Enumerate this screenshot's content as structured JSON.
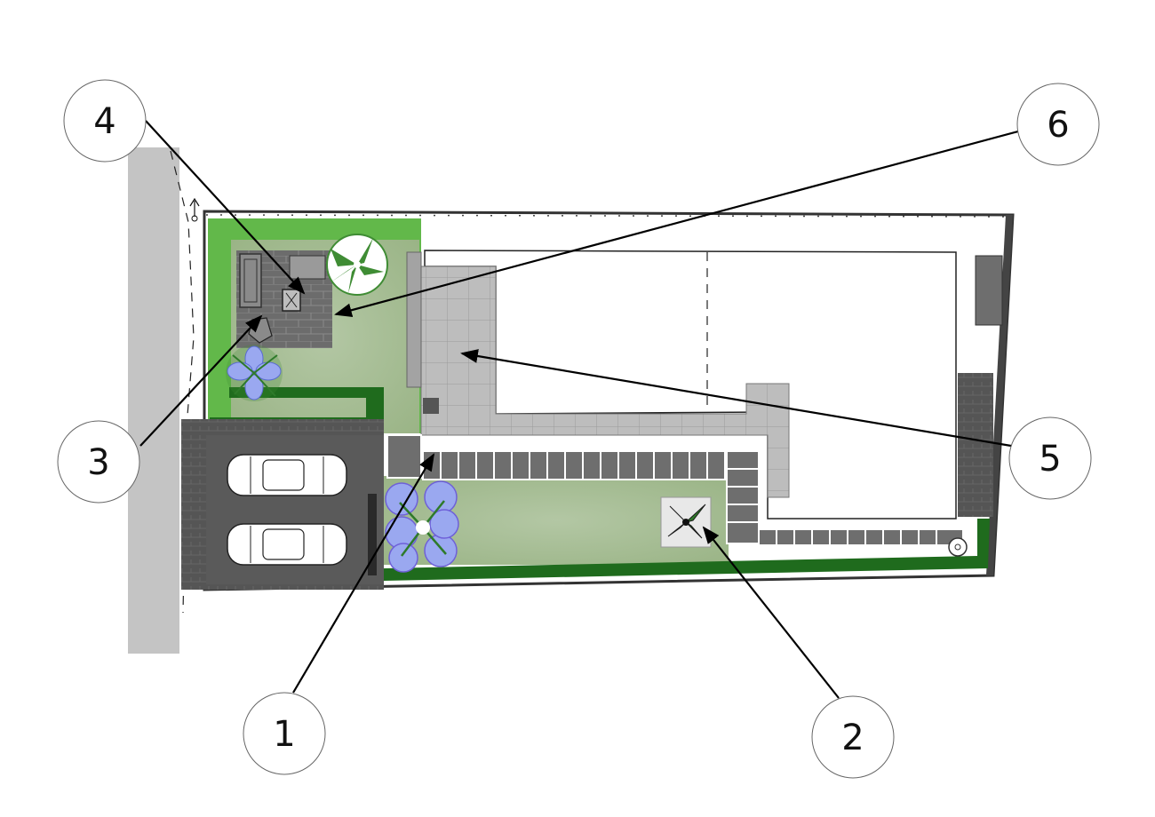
{
  "colors": {
    "background": "#ffffff",
    "street": "#c4c4c4",
    "lawn_light": "#a8c09a",
    "lawn": "#9fb98e",
    "grass_strip": "#62b84a",
    "hedge_dark": "#1f6b1d",
    "paving_dark": "#6e6e6e",
    "paving_light": "#bdbdbd",
    "parking": "#5a5a5a",
    "wall": "#444444",
    "flower_blue": "#9aa8f0",
    "leaf_green": "#3f8c34",
    "arrow": "#000000"
  },
  "callouts": [
    {
      "id": "callout-1",
      "label": "1"
    },
    {
      "id": "callout-2",
      "label": "2"
    },
    {
      "id": "callout-3",
      "label": "3"
    },
    {
      "id": "callout-4",
      "label": "4"
    },
    {
      "id": "callout-5",
      "label": "5"
    },
    {
      "id": "callout-6",
      "label": "6"
    }
  ],
  "icons": {
    "car": "car-icon",
    "plant": "plant-icon",
    "north_arrow": "north-arrow-icon",
    "water_tap": "water-tap-icon"
  }
}
